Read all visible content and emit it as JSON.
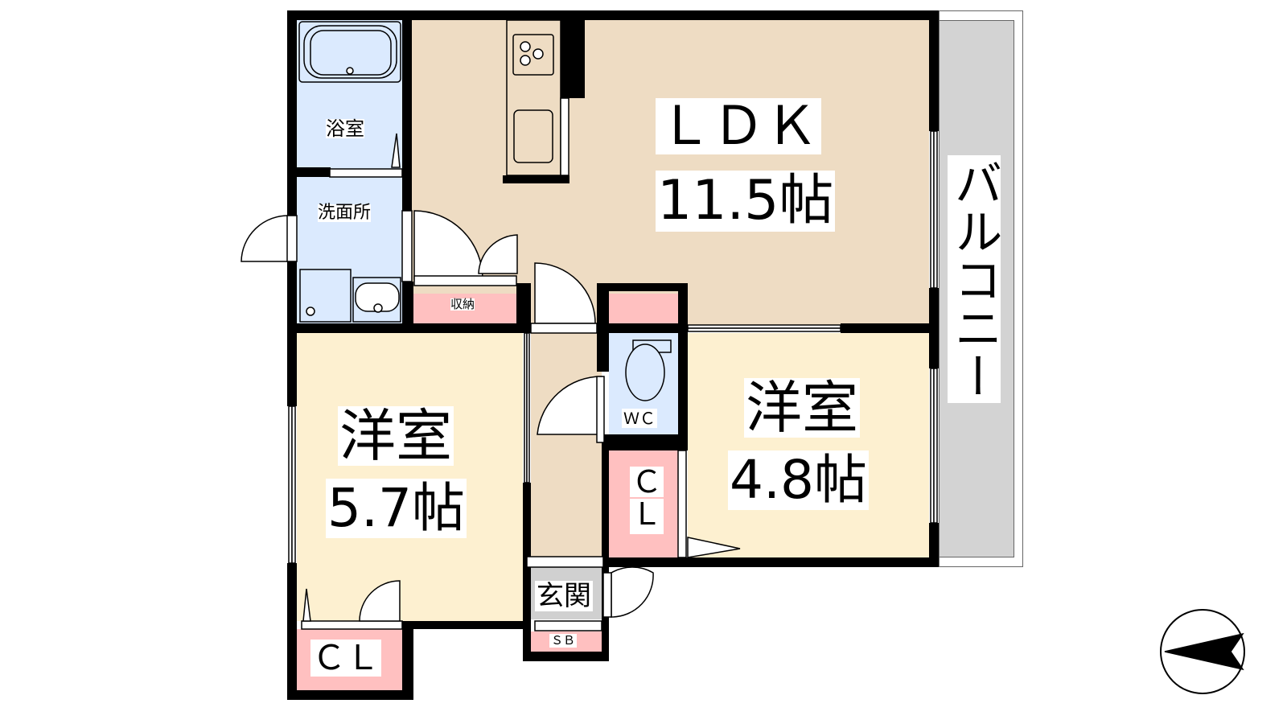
{
  "rooms": {
    "bath": "浴室",
    "washroom": "洗面所",
    "storage": "収納",
    "ldk_name": "ＬＤＫ",
    "ldk_size": "11.5帖",
    "west1_name": "洋室",
    "west1_size": "5.7帖",
    "west2_name": "洋室",
    "west2_size": "4.8帖",
    "wc": "ＷＣ",
    "cl_right_1": "Ｃ",
    "cl_right_2": "Ｌ",
    "cl_left": "ＣＬ",
    "entrance": "玄関",
    "shoe_box": "ＳＢ",
    "balcony": "バルコニー"
  },
  "colors": {
    "wet": "#dbeafe",
    "ldk": "#eedcc3",
    "western": "#fdf0d0",
    "storage": "#ffc0c0",
    "entrance": "#d0d0d0",
    "balcony": "#d3d3d3"
  }
}
